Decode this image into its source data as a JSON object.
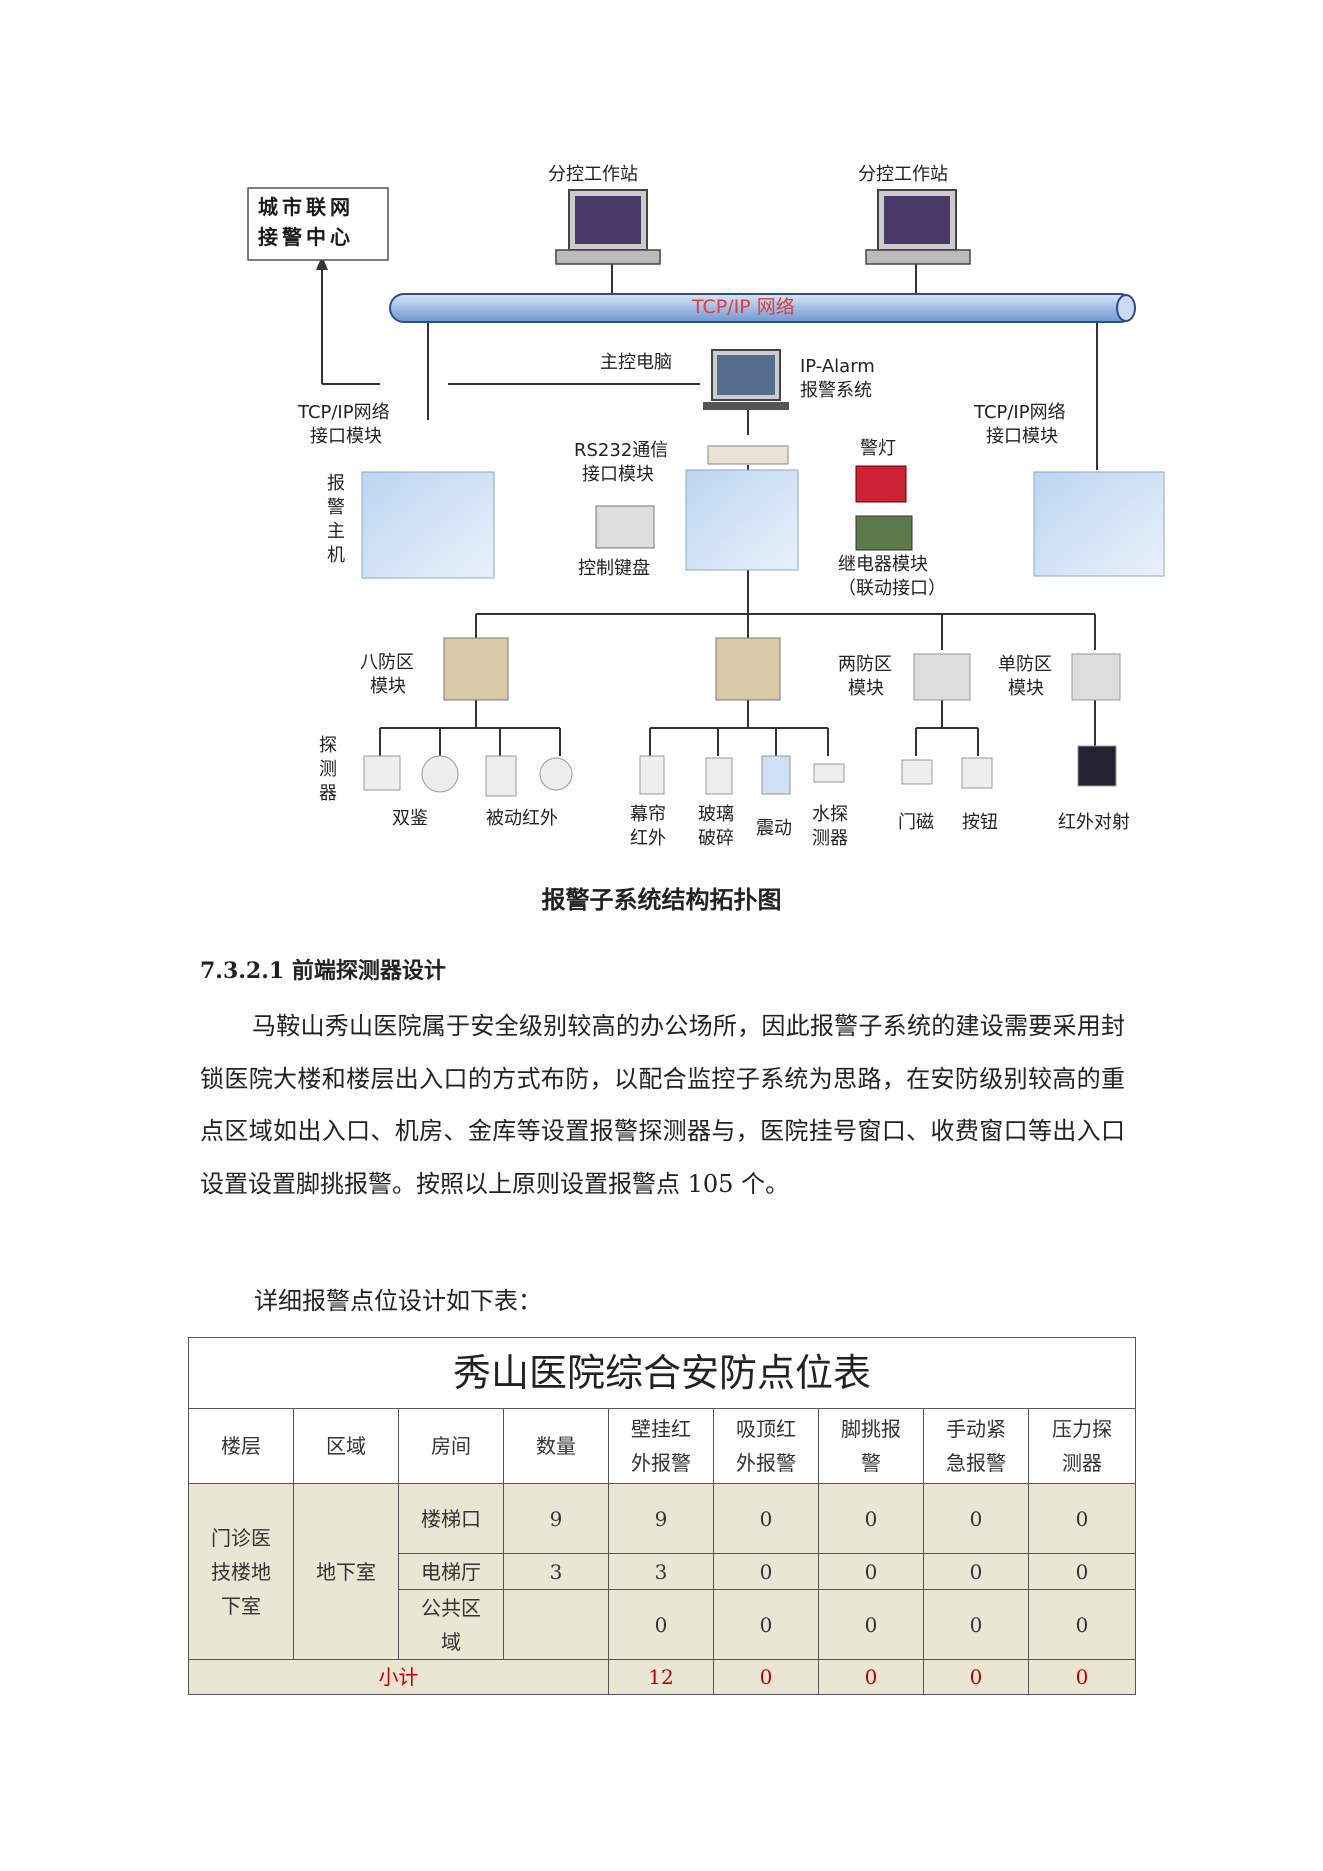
{
  "diagram": {
    "city_center": [
      "城市联网",
      "接警中心"
    ],
    "workstation_left": "分控工作站",
    "workstation_right": "分控工作站",
    "network": "TCP/IP 网络",
    "main_pc": "主控电脑",
    "ip_alarm": [
      "IP-Alarm",
      "报警系统"
    ],
    "tcp_module_left": [
      "TCP/IP网络",
      "接口模块"
    ],
    "tcp_module_right": [
      "TCP/IP网络",
      "接口模块"
    ],
    "alarm_host": [
      "报",
      "警",
      "主",
      "机"
    ],
    "rs232": [
      "RS232通信",
      "接口模块"
    ],
    "warning_light": "警灯",
    "keyboard": "控制键盘",
    "relay": [
      "继电器模块",
      "（联动接口）"
    ],
    "eight_zone": [
      "八防区",
      "模块"
    ],
    "two_zone": [
      "两防区",
      "模块"
    ],
    "single_zone": [
      "单防区",
      "模块"
    ],
    "detector": [
      "探",
      "测",
      "器"
    ],
    "dual": "双鉴",
    "pir": "被动红外",
    "curtain": [
      "幕帘",
      "红外"
    ],
    "glass": [
      "玻璃",
      "破碎"
    ],
    "vibration": "震动",
    "water": [
      "水探",
      "测器"
    ],
    "door": "门磁",
    "button": "按钮",
    "beam": "红外对射"
  },
  "caption": "报警子系统结构拓扑图",
  "heading": "7.3.2.1 前端探测器设计",
  "paragraph": "马鞍山秀山医院属于安全级别较高的办公场所，因此报警子系统的建设需要采用封锁医院大楼和楼层出入口的方式布防，以配合监控子系统为思路，在安防级别较高的重点区域如出入口、机房、金库等设置报警探测器与，医院挂号窗口、收费窗口等出入口设置设置脚挑报警。按照以上原则设置报警点 105 个。",
  "intro": "详细报警点位设计如下表：",
  "table": {
    "title": "秀山医院综合安防点位表",
    "headers": [
      "楼层",
      "区域",
      "房间",
      "数量",
      "壁挂红外报警",
      "吸顶红外报警",
      "脚挑报警",
      "手动紧急报警",
      "压力探测器"
    ],
    "floor": "门诊医技楼地下室",
    "area": "地下室",
    "rows": [
      {
        "room": "楼梯口",
        "qty": "9",
        "c1": "9",
        "c2": "0",
        "c3": "0",
        "c4": "0",
        "c5": "0"
      },
      {
        "room": "电梯厅",
        "qty": "3",
        "c1": "3",
        "c2": "0",
        "c3": "0",
        "c4": "0",
        "c5": "0"
      },
      {
        "room": "公共区域",
        "qty": "",
        "c1": "0",
        "c2": "0",
        "c3": "0",
        "c4": "0",
        "c5": "0"
      }
    ],
    "subtotal": {
      "label": "小计",
      "c1": "12",
      "c2": "0",
      "c3": "0",
      "c4": "0",
      "c5": "0"
    }
  }
}
